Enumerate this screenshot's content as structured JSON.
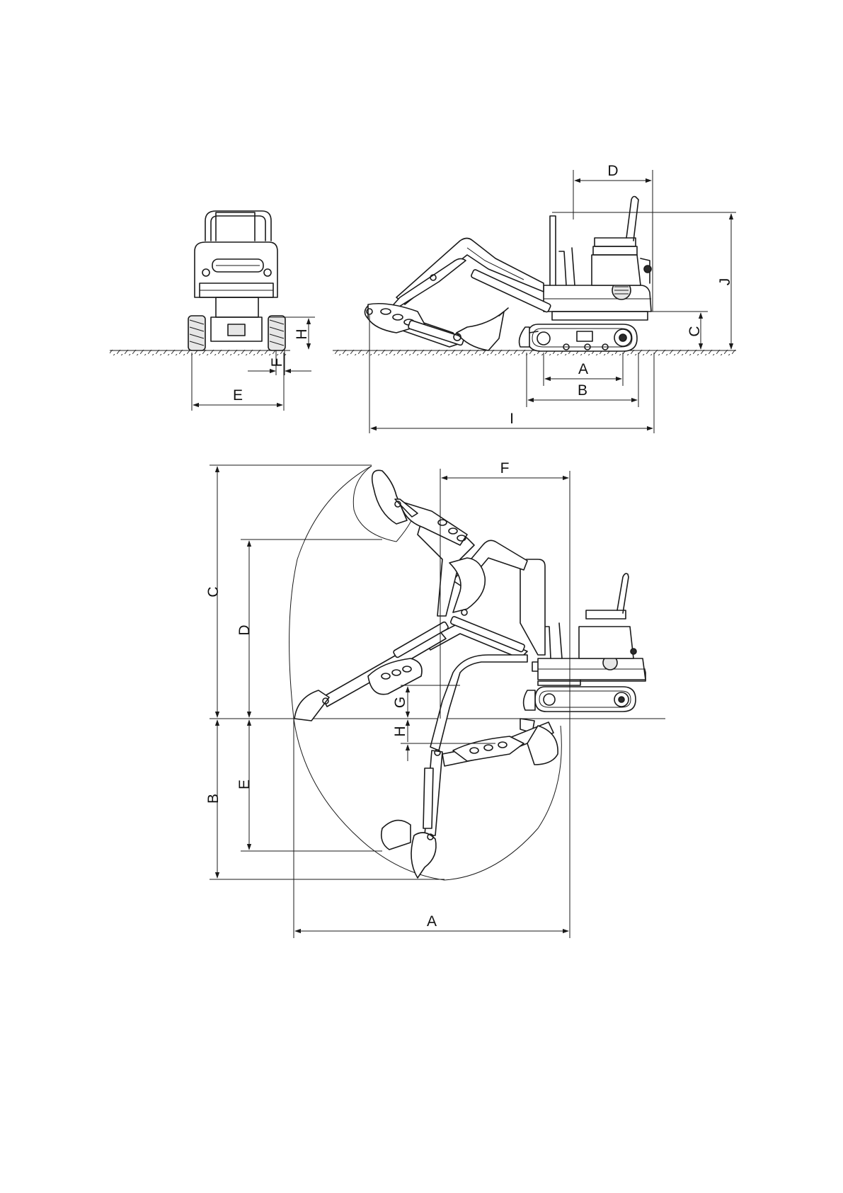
{
  "side_top_dims": {
    "d": "D",
    "j": "J",
    "c": "C",
    "a": "A",
    "b": "B",
    "i": "I"
  },
  "front_dims": {
    "h": "H",
    "f": "F",
    "e": "E"
  },
  "reach_dims": {
    "f": "F",
    "c": "C",
    "d": "D",
    "g": "G",
    "h": "H",
    "e": "E",
    "b": "B",
    "a": "A"
  },
  "colors": {
    "line": "#1a1a1a",
    "background": "#ffffff"
  }
}
